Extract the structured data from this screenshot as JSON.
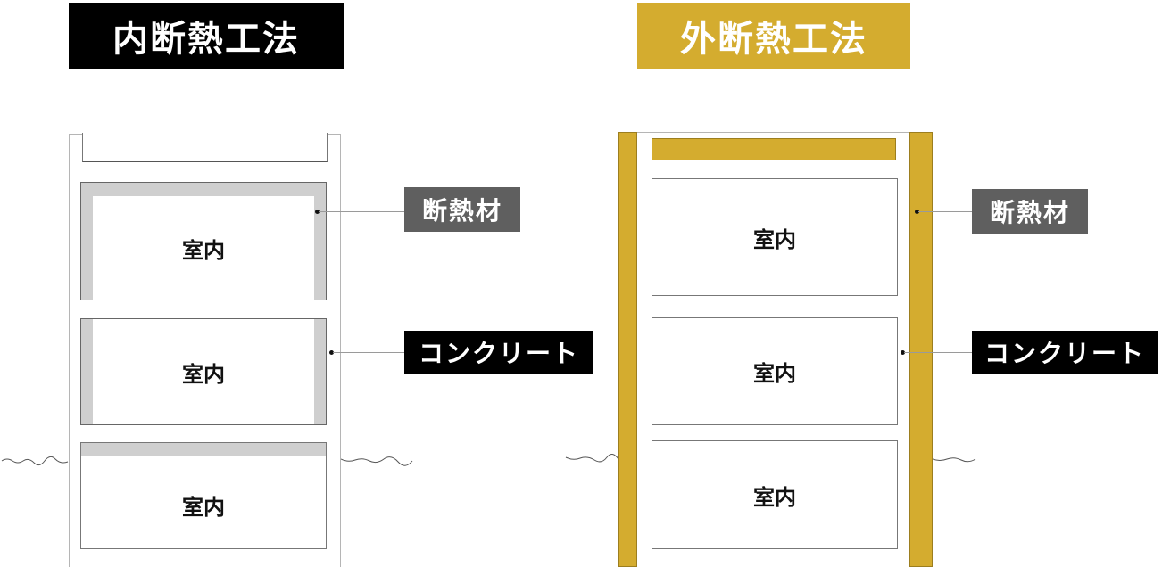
{
  "left": {
    "title": "内断熱工法",
    "title_bg": "#000000",
    "rooms": [
      "室内",
      "室内",
      "室内"
    ],
    "labels": {
      "insulation": "断熱材",
      "concrete": "コンクリート"
    },
    "insulation_color": "#cfcfcf"
  },
  "right": {
    "title": "外断熱工法",
    "title_bg": "#d4ac2f",
    "rooms": [
      "室内",
      "室内",
      "室内"
    ],
    "labels": {
      "insulation": "断熱材",
      "concrete": "コンクリート"
    },
    "insulation_color": "#d4ac2f"
  },
  "label_colors": {
    "insulation": "#5f5f5f",
    "concrete": "#000000"
  }
}
